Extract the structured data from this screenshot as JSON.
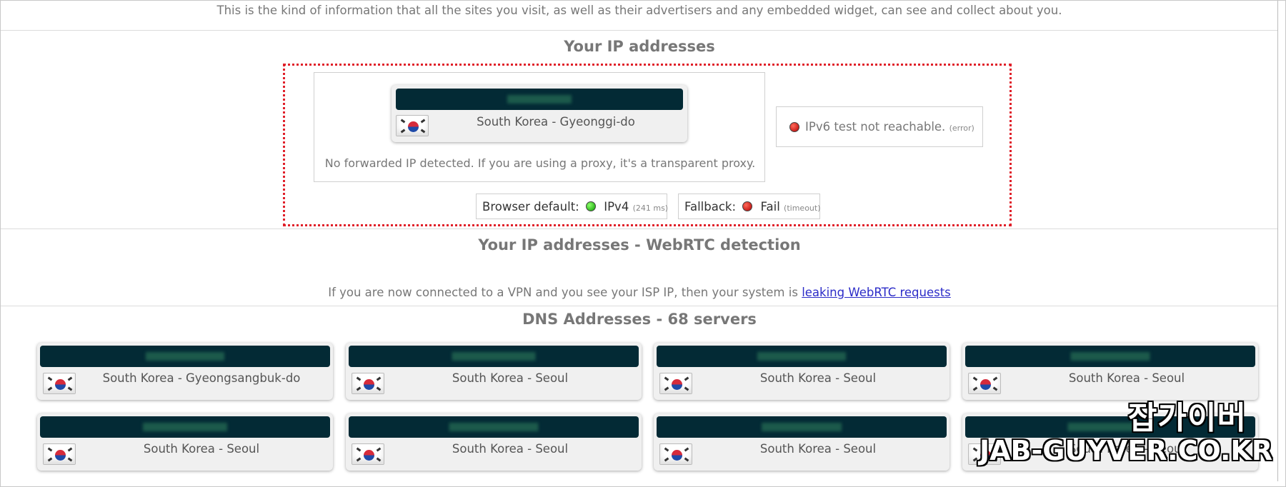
{
  "intro": "This is the kind of information that all the sites you visit, as well as their advertisers and any embedded widget, can see and collect about you.",
  "ip_section": {
    "title": "Your IP addresses",
    "location": "South Korea - Gyeonggi-do",
    "flag_icon": "south-korea-flag-icon",
    "forwarded_note": "No forwarded IP detected. If you are using a proxy, it's a transparent proxy.",
    "ipv6": {
      "text": "IPv6 test not reachable.",
      "note": "(error)",
      "status_color": "#cc0000"
    },
    "browser_default": {
      "label": "Browser default:",
      "value": "IPv4",
      "note": "(241 ms)",
      "status_color": "#11aa00"
    },
    "fallback": {
      "label": "Fallback:",
      "value": "Fail",
      "note": "(timeout)",
      "status_color": "#cc0000"
    }
  },
  "webrtc": {
    "title": "Your IP addresses - WebRTC detection",
    "note": "If you are now connected to a VPN and you see your ISP IP, then your system is",
    "link": "leaking WebRTC requests"
  },
  "dns": {
    "title": "DNS Addresses - 68 servers",
    "servers": [
      {
        "location": "South Korea - Gyeongsangbuk-do"
      },
      {
        "location": "South Korea - Seoul"
      },
      {
        "location": "South Korea - Seoul"
      },
      {
        "location": "South Korea - Seoul"
      },
      {
        "location": "South Korea - Seoul"
      },
      {
        "location": "South Korea - Seoul"
      },
      {
        "location": "South Korea - Seoul"
      },
      {
        "location": "South Korea - Seoul"
      }
    ]
  },
  "watermark": {
    "korean": "잡가이버",
    "english": "JAB-GUYVER.CO.KR"
  },
  "colors": {
    "ip_bar": "#032a35",
    "dashed_border": "#e0202a",
    "link": "#2c2cc8"
  }
}
